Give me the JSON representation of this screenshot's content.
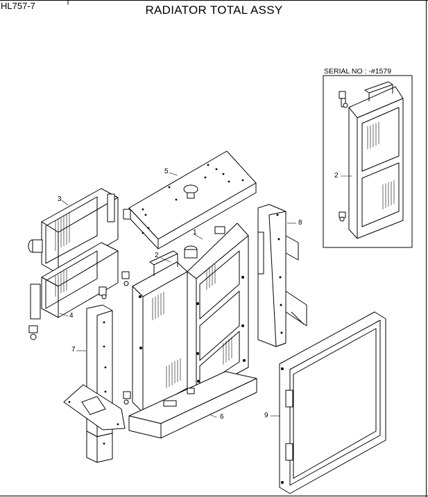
{
  "header": {
    "model": "HL757-7",
    "title": "RADIATOR TOTAL ASSY"
  },
  "inset": {
    "serial_label": "SERIAL NO : -#1579",
    "callout": "2"
  },
  "callouts": [
    {
      "id": "1",
      "text": "1"
    },
    {
      "id": "2",
      "text": "2"
    },
    {
      "id": "3",
      "text": "3"
    },
    {
      "id": "4",
      "text": "4"
    },
    {
      "id": "5",
      "text": "5"
    },
    {
      "id": "6",
      "text": "6"
    },
    {
      "id": "7",
      "text": "7"
    },
    {
      "id": "8",
      "text": "8"
    },
    {
      "id": "9",
      "text": "9"
    }
  ]
}
